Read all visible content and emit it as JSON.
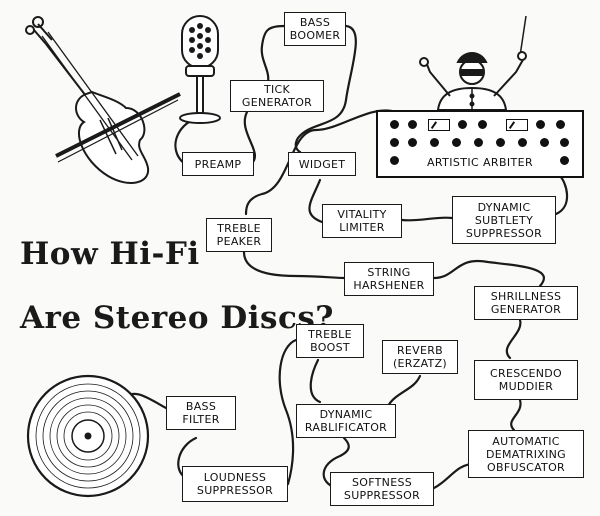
{
  "title": {
    "line1": "How Hi-Fi",
    "line2": "Are Stereo Discs?"
  },
  "boxes": {
    "bass_boomer": "BASS\nBOOMER",
    "tick_generator": "TICK\nGENERATOR",
    "preamp": "PREAMP",
    "widget": "WIDGET",
    "artistic_arbiter": "ARTISTIC ARBITER",
    "vitality_limiter": "VITALITY\nLIMITER",
    "dynamic_subtlety_suppressor": "DYNAMIC\nSUBTLETY\nSUPPRESSOR",
    "treble_peaker": "TREBLE\nPEAKER",
    "string_harshener": "STRING\nHARSHENER",
    "shrillness_generator": "SHRILLNESS\nGENERATOR",
    "treble_boost": "TREBLE\nBOOST",
    "reverb_erzatz": "REVERB\n(ERZATZ)",
    "crescendo_muddier": "CRESCENDO\nMUDDIER",
    "bass_filter": "BASS\nFILTER",
    "dynamic_rablificator": "DYNAMIC\nRABLIFICATOR",
    "automatic_dematrixing_obfuscator": "AUTOMATIC\nDEMATRIXING\nOBFUSCATOR",
    "loudness_suppressor": "LOUDNESS\nSUPPRESSOR",
    "softness_suppressor": "SOFTNESS\nSUPPRESSOR"
  },
  "icons": [
    "violin-icon",
    "microphone-icon",
    "conductor-icon",
    "record-disc-icon"
  ],
  "colors": {
    "ink": "#1a1a1a",
    "paper": "#fafaf8"
  }
}
